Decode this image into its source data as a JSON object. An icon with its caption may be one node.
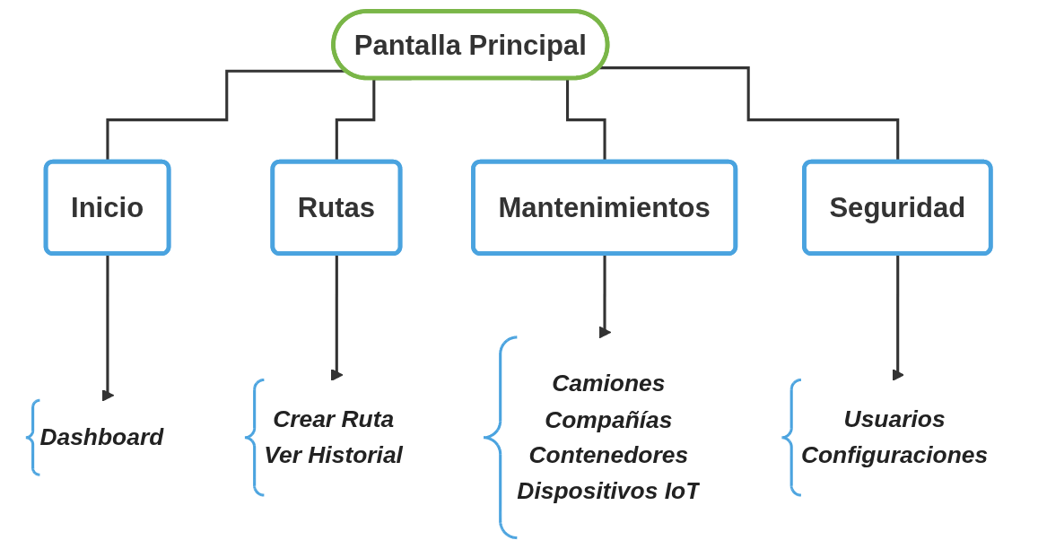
{
  "diagram": {
    "nodes": [
      {
        "text": [
          "Pantalla Principal"
        ]
      },
      {
        "text": [
          "Inicio"
        ]
      },
      {
        "text": [
          "Rutas"
        ]
      },
      {
        "text": [
          "Mantenimientos"
        ]
      },
      {
        "text": [
          "Seguridad"
        ]
      },
      {
        "text": [
          "Dashboard"
        ]
      },
      {
        "text": [
          "Crear Ruta",
          "Ver Historial"
        ]
      },
      {
        "text": [
          "Camiones",
          "Compañías",
          "Contenedores",
          "Dispositivos IoT"
        ]
      },
      {
        "text": [
          "Usuarios",
          "Configuraciones"
        ]
      }
    ],
    "edges": [
      {
        "from": 0,
        "to": 1,
        "arrow": "none"
      },
      {
        "from": 0,
        "to": 2,
        "arrow": "none"
      },
      {
        "from": 0,
        "to": 3,
        "arrow": "none"
      },
      {
        "from": 0,
        "to": 4,
        "arrow": "none"
      },
      {
        "from": 1,
        "to": 5,
        "arrow": "to"
      },
      {
        "from": 2,
        "to": 6,
        "arrow": "to"
      },
      {
        "from": 3,
        "to": 7,
        "arrow": "to"
      },
      {
        "from": 4,
        "to": 8,
        "arrow": "to"
      }
    ]
  }
}
